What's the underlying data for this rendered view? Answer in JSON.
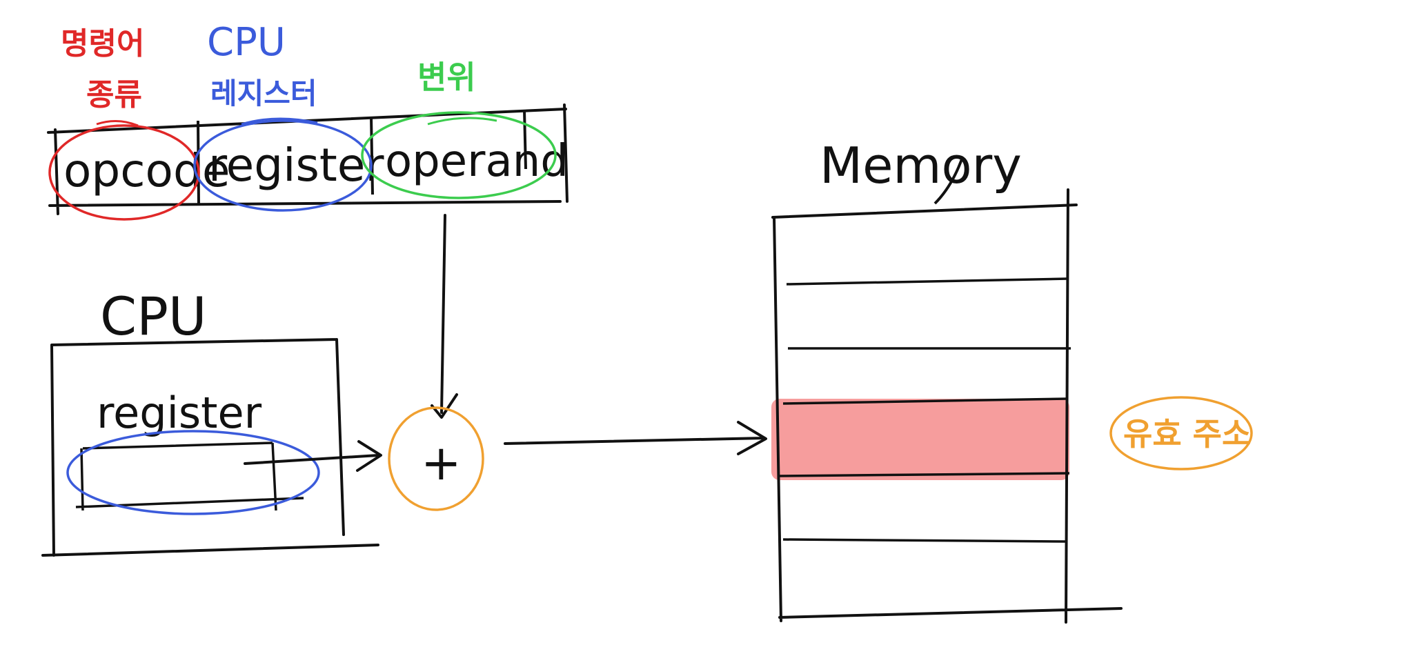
{
  "instruction": {
    "fields": [
      {
        "text": "opcode",
        "note_lines": [
          "명령어",
          "종류"
        ],
        "color": "#e02828"
      },
      {
        "text": "register",
        "note_lines": [
          "CPU",
          "레지스터"
        ],
        "color": "#3b5bdb"
      },
      {
        "text": "operand",
        "note_lines": [
          "변위"
        ],
        "color": "#3ccc4e"
      }
    ]
  },
  "cpu": {
    "title": "CPU",
    "register_label": "register",
    "register_color": "#3b5bdb"
  },
  "adder": {
    "symbol": "+",
    "color": "#f0a030"
  },
  "memory": {
    "title": "Memory",
    "highlight_color": "#f58c8c",
    "effective_address_label": "유효 주소",
    "label_color": "#f0a030"
  },
  "ink_color": "#111111"
}
